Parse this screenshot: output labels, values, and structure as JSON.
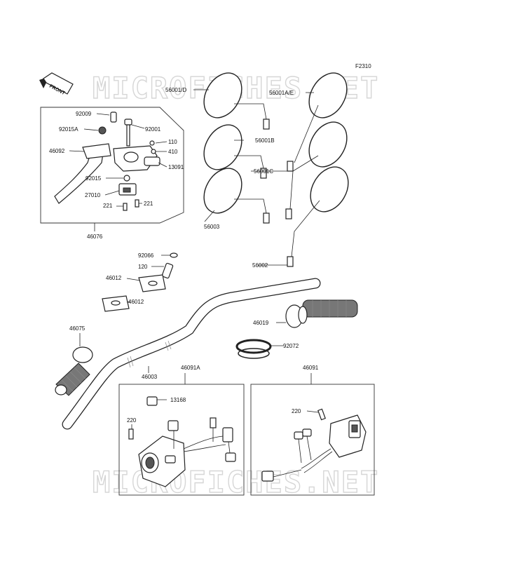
{
  "figure_code": "F2310",
  "front_label": "FRONT",
  "watermark_text": "MICROFICHES.NET",
  "labels": {
    "p92009": "92009",
    "p92015A": "92015A",
    "p92001": "92001",
    "p46092": "46092",
    "p110": "110",
    "p410": "410",
    "p13091": "13091",
    "p92015": "92015",
    "p27010": "27010",
    "p221a": "221",
    "p221b": "221",
    "p46076": "46076",
    "p56001D": "56001/D",
    "p56001AE": "56001A/E",
    "p56001B": "56001B",
    "p56001C": "56001C",
    "p56003": "56003",
    "p56002": "56002",
    "p92066": "92066",
    "p120": "120",
    "p46012a": "46012",
    "p46012b": "46012",
    "p46075": "46075",
    "p46019": "46019",
    "p92072": "92072",
    "p46003": "46003",
    "p46091A": "46091A",
    "p46091": "46091",
    "p13168": "13168",
    "p220a": "220",
    "p220b": "220"
  },
  "icons": [
    "front-arrow-icon"
  ]
}
